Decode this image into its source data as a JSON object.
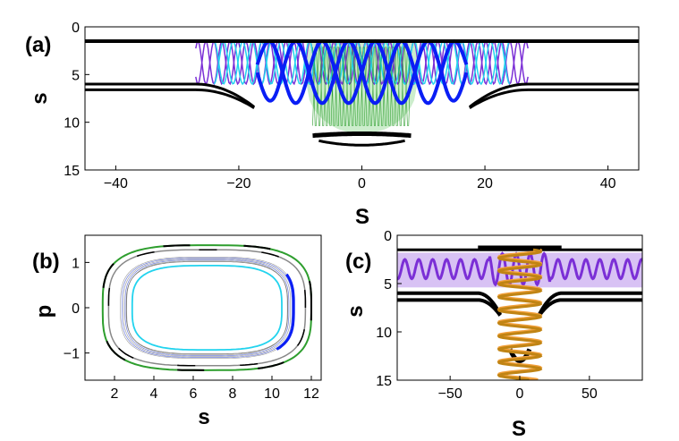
{
  "chart_data": [
    {
      "panel": "(a)",
      "type": "line",
      "xlabel": "S",
      "ylabel": "s",
      "xlim": [
        -45,
        45
      ],
      "ylim": [
        0,
        15
      ],
      "y_inverted": true,
      "xticks": [
        "-40",
        "-20",
        "0",
        "20",
        "40"
      ],
      "yticks": [
        "0",
        "5",
        "10",
        "15"
      ],
      "grid": false,
      "colors": {
        "boundary": "#000000",
        "purple": "#7b2fd6",
        "cyan": "#22d3ee",
        "blue": "#0a1ef5",
        "green": "#2e9e2e"
      },
      "boundaries": {
        "top_y": 1.5,
        "outer_y": 6.0,
        "inner_y": 6.6,
        "edge_S": 17.5,
        "well_bottom_y": 11.2,
        "dip_S": 8
      },
      "series": [
        {
          "x_range": [
            -27,
            27
          ],
          "y_range": [
            1.5,
            6
          ]
        },
        {
          "x_range": [
            -24,
            24
          ],
          "y_range": [
            1.5,
            6
          ]
        },
        {
          "x_range": [
            -17,
            17
          ],
          "y_range": [
            1.5,
            8
          ]
        },
        {
          "x_range": [
            -8,
            8
          ],
          "y_range": [
            1.5,
            11
          ]
        }
      ]
    },
    {
      "panel": "(b)",
      "type": "line",
      "xlabel": "s",
      "ylabel": "p",
      "xlim": [
        0.5,
        12.5
      ],
      "ylim": [
        -1.6,
        1.6
      ],
      "xticks": [
        "2",
        "4",
        "6",
        "8",
        "10",
        "12"
      ],
      "yticks": [
        "1",
        "0",
        "-1"
      ],
      "grid": false,
      "colors": {
        "outer": "#2e9e2e",
        "black": "#000000",
        "gray": "#888888",
        "inner": "#22d3ee",
        "blue": "#0a1ef5"
      },
      "orbits": [
        {
          "center": 6.7,
          "half_width": 5.3,
          "p_max": 1.38
        },
        {
          "center": 6.7,
          "half_width": 5.0,
          "p_max": 1.28
        },
        {
          "center": 6.7,
          "half_width": 4.4,
          "p_max": 1.12
        },
        {
          "center": 6.7,
          "half_width": 4.1,
          "p_max": 1.02
        },
        {
          "center": 6.7,
          "half_width": 3.8,
          "p_max": 0.93
        }
      ]
    },
    {
      "panel": "(c)",
      "type": "line",
      "xlabel": "S",
      "ylabel": "s",
      "xlim": [
        -88,
        88
      ],
      "ylim": [
        0,
        15
      ],
      "y_inverted": true,
      "xticks": [
        "-50",
        "0",
        "50"
      ],
      "yticks": [
        "0",
        "5",
        "10",
        "15"
      ],
      "grid": false,
      "colors": {
        "boundary": "#000000",
        "purple": "#7b2fd6",
        "band": "#d8c2f4",
        "gold": "#c08414",
        "orange": "#f3a13c"
      },
      "boundaries": {
        "top_y": 1.5,
        "outer_y": 6.0,
        "inner_y": 6.7,
        "edge_S": 14,
        "well_bottom_y": 11.8
      },
      "series": [
        {
          "x_range": [
            -88,
            88
          ],
          "y_center": 3.5,
          "amplitude": 1.0
        },
        {
          "x_range": [
            -15,
            15
          ],
          "y_range": [
            1.5,
            15
          ]
        }
      ]
    }
  ]
}
